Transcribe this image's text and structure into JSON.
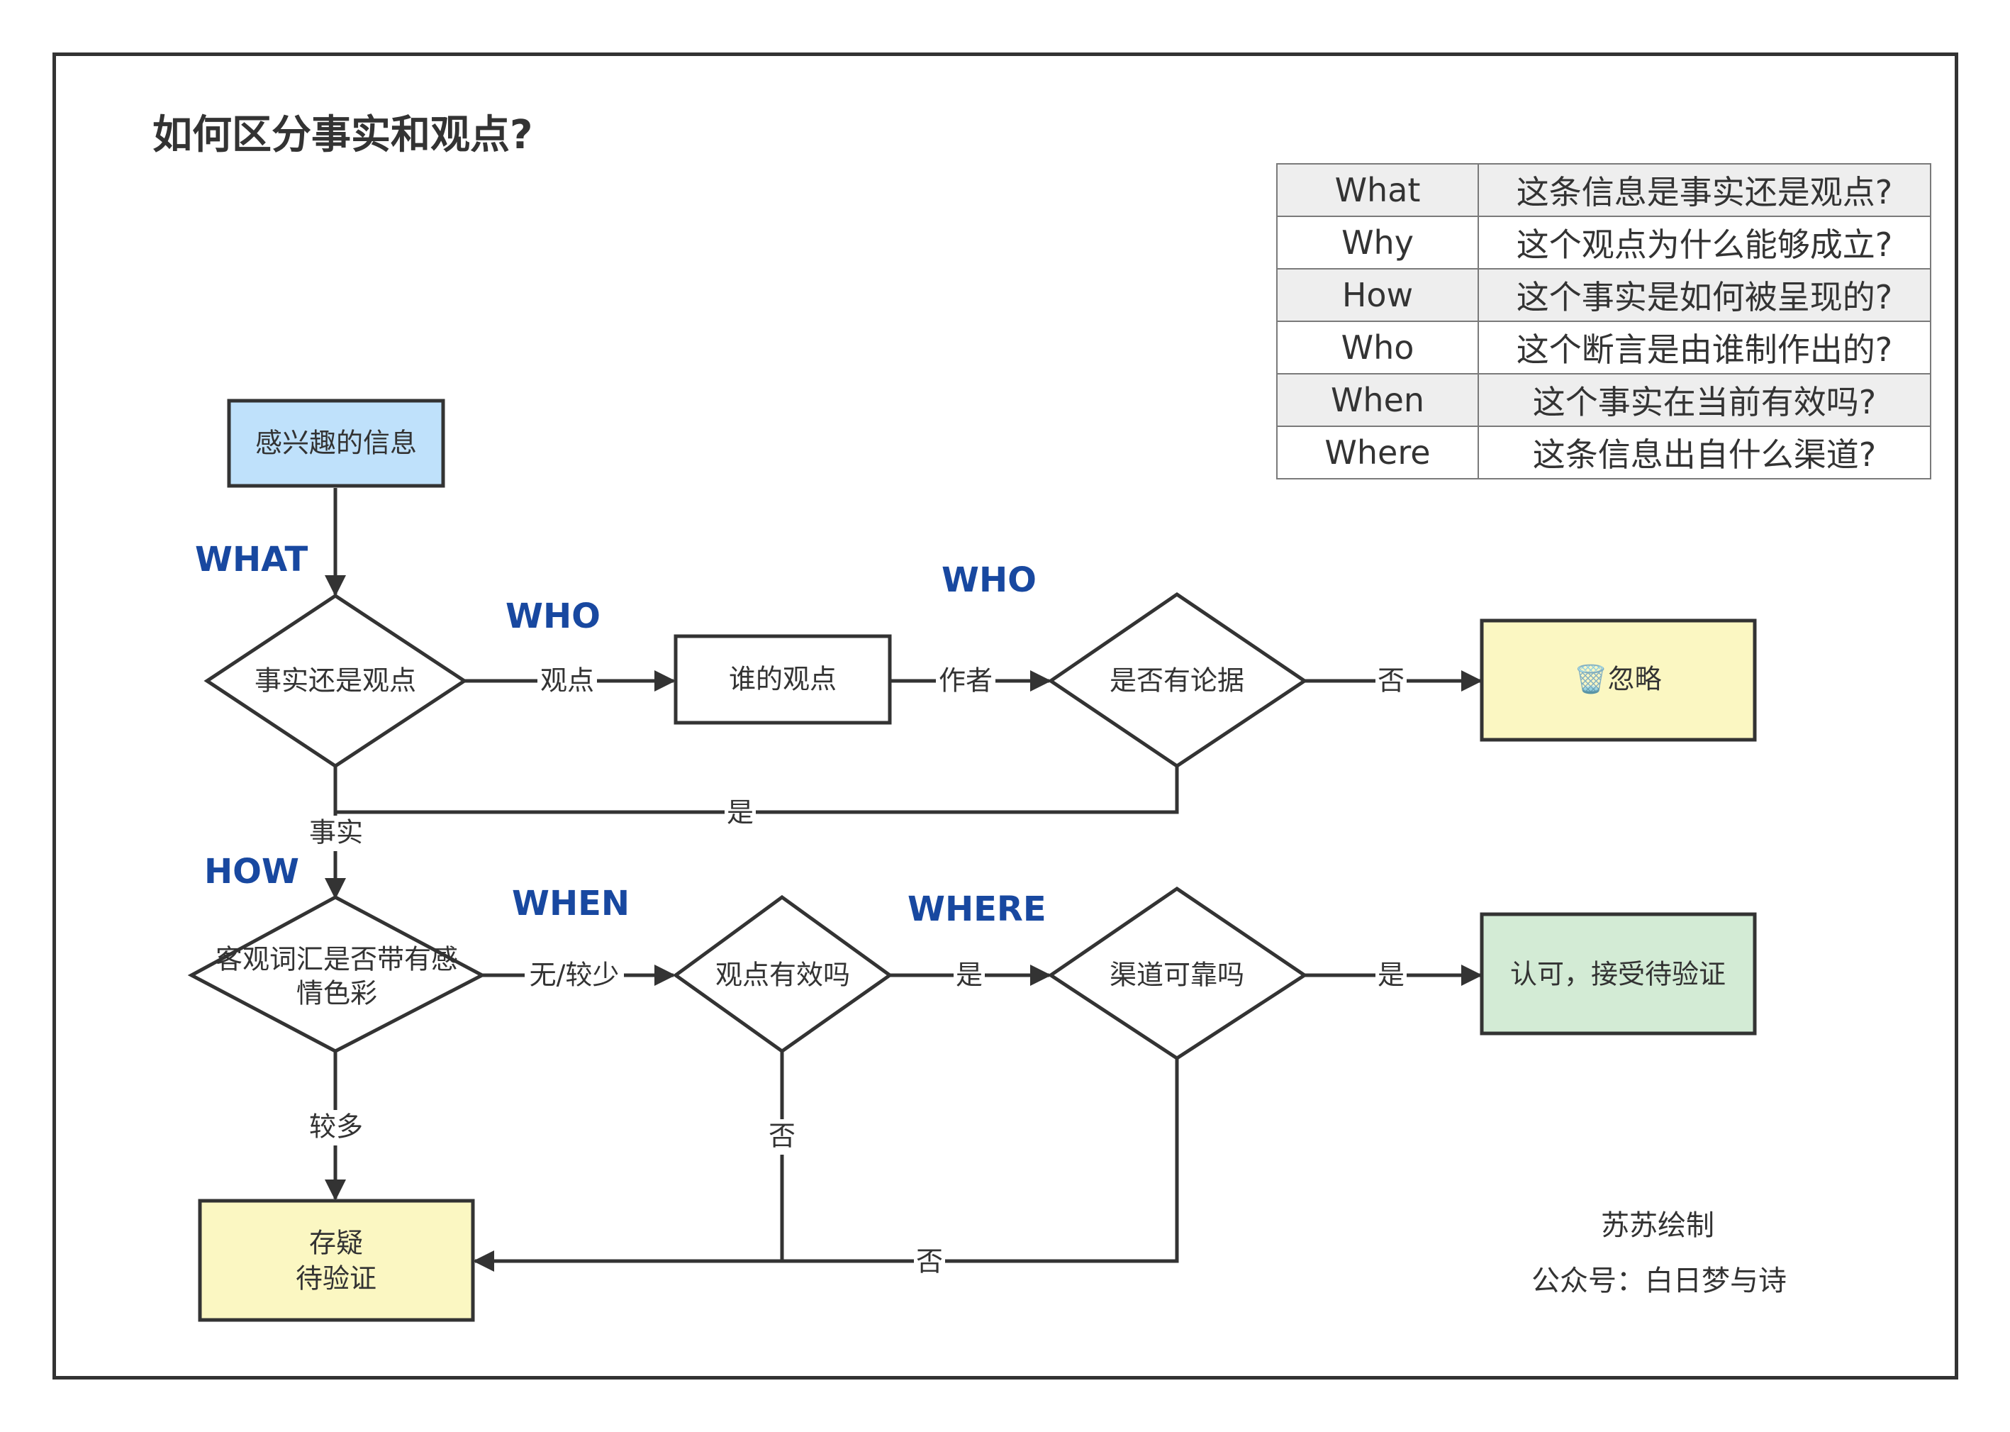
{
  "title": "如何区分事实和观点?",
  "table": [
    {
      "key": "What",
      "question": "这条信息是事实还是观点?"
    },
    {
      "key": "Why",
      "question": "这个观点为什么能够成立?"
    },
    {
      "key": "How",
      "question": "这个事实是如何被呈现的?"
    },
    {
      "key": "Who",
      "question": "这个断言是由谁制作出的?"
    },
    {
      "key": "When",
      "question": "这个事实在当前有效吗?"
    },
    {
      "key": "Where",
      "question": "这条信息出自什么渠道?"
    }
  ],
  "nodes": {
    "start": "感兴趣的信息",
    "d_fact_opinion": "事实还是观点",
    "whose_opinion": "谁的观点",
    "d_evidence": "是否有论据",
    "ignore": "🗑️忽略",
    "d_emotion_line1": "客观词汇是否带有感",
    "d_emotion_line2": "情色彩",
    "d_valid": "观点有效吗",
    "d_reliable": "渠道可靠吗",
    "accept": "认可，接受待验证",
    "doubt_line1": "存疑",
    "doubt_line2": "待验证"
  },
  "edge_labels": {
    "opinion": "观点",
    "author": "作者",
    "no_to_ignore": "否",
    "yes_back": "是",
    "fact": "事实",
    "none_few": "无/较少",
    "yes_valid": "是",
    "yes_reliable": "是",
    "more": "较多",
    "no_valid": "否",
    "no_reliable": "否"
  },
  "section_labels": {
    "what": "WHAT",
    "who1": "WHO",
    "who2": "WHO",
    "how": "HOW",
    "when": "WHEN",
    "where": "WHERE"
  },
  "credits": {
    "author": "苏苏绘制",
    "account": "公众号：白日梦与诗"
  },
  "colors": {
    "start_fill": "#bfe1fb",
    "ignore_fill": "#fbf7c2",
    "doubt_fill": "#fbf7c2",
    "accept_fill": "#d3ebd5",
    "section_label": "#1848a0",
    "stroke": "#333333"
  }
}
